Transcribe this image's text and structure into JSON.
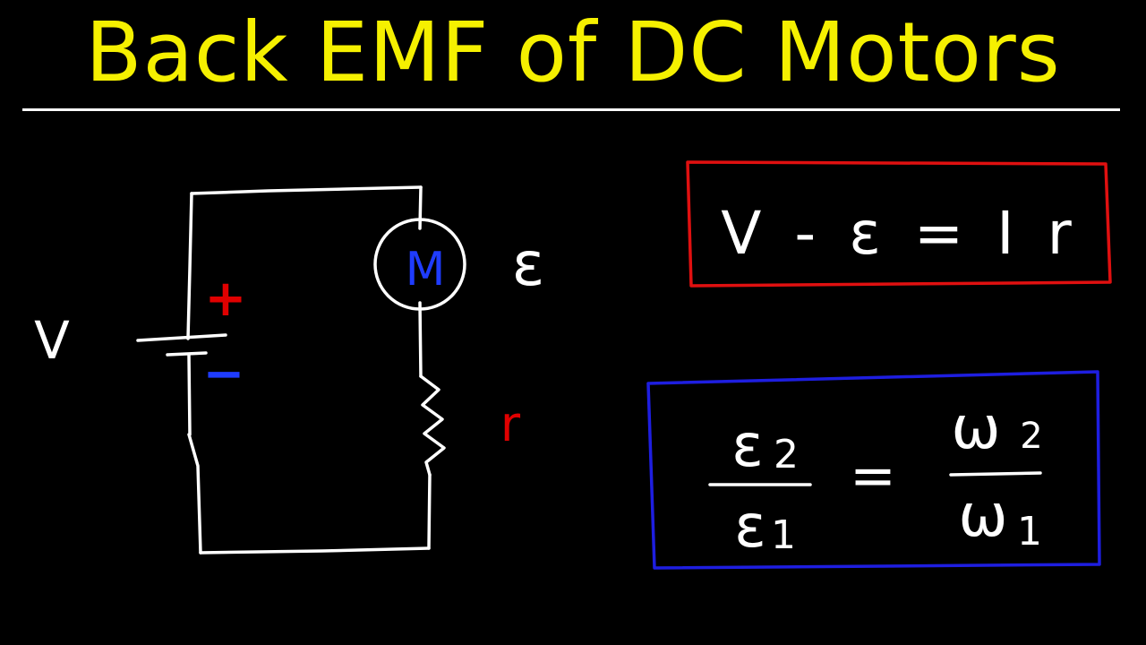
{
  "title": "Back EMF of DC Motors",
  "colors": {
    "background": "#000000",
    "title": "#f5f000",
    "ink": "#ffffff",
    "positive": "#e00000",
    "negative": "#1f3cff",
    "motor_label": "#1f3cff",
    "resistance_label": "#e00000",
    "box_top": "#e01010",
    "box_bottom": "#1e1ee0"
  },
  "circuit": {
    "source_label": "V",
    "plus_sign": "+",
    "minus_sign": "−",
    "motor_label": "M",
    "emf_label": "ε",
    "resistance_label": "r"
  },
  "equation_top": {
    "text": "V - ε = I r"
  },
  "equation_bottom": {
    "left_numerator": "ε",
    "left_numerator_sub": "2",
    "left_denominator": "ε",
    "left_denominator_sub": "1",
    "equals": "=",
    "right_numerator": "ω",
    "right_numerator_sub": "2",
    "right_denominator": "ω",
    "right_denominator_sub": "1"
  }
}
